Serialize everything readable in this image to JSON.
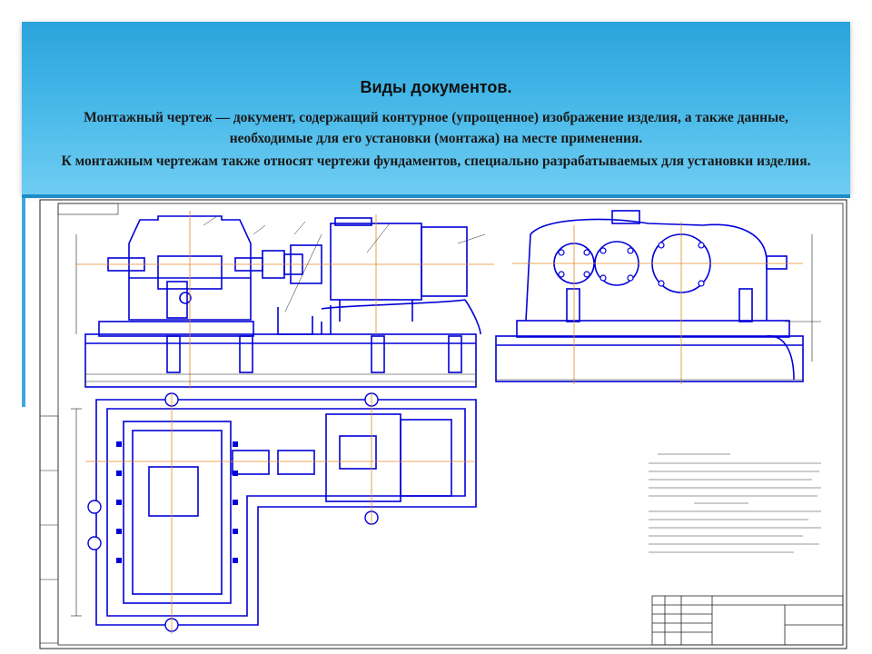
{
  "slide": {
    "title": "Виды документов.",
    "paragraphs": [
      "Монтажный чертеж — документ, содержащий контурное (упрощенное) изображение изделия, а также данные, необходимые для его установки (монтажа) на месте применения.",
      "К монтажным чертежам также относят чертежи фундаментов, специально разрабатываемых для установки изделия."
    ]
  },
  "colors": {
    "banner": "#48b9e9",
    "line": "#0000d8",
    "axis": "#e08a2a",
    "thin": "#222222"
  }
}
